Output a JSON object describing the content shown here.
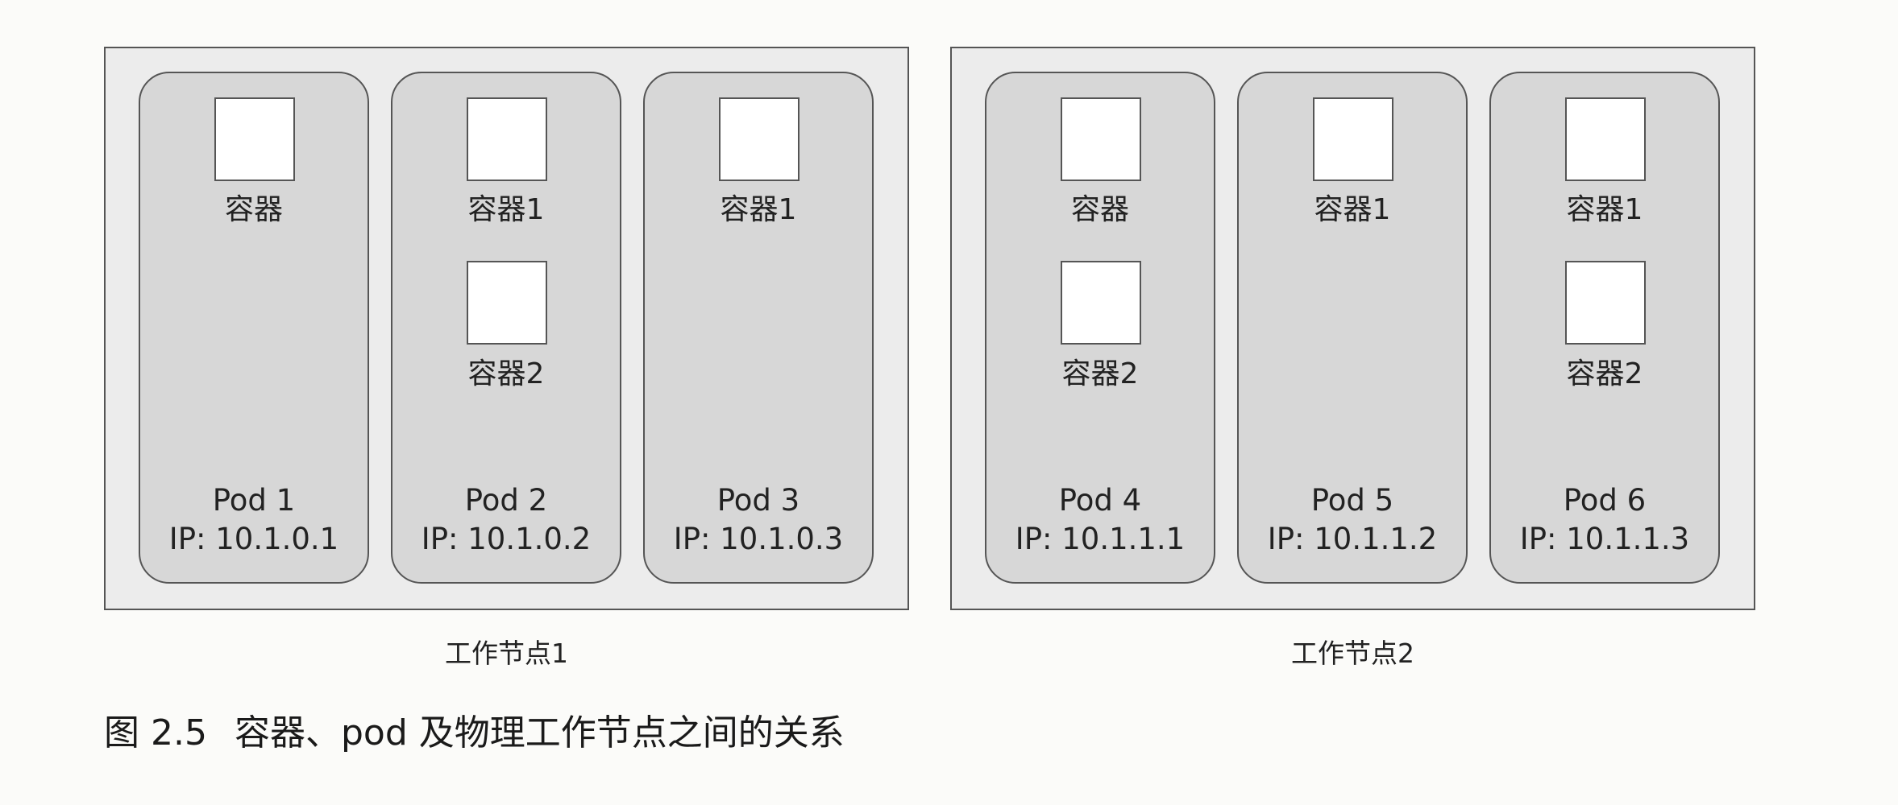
{
  "nodes": [
    {
      "label": "工作节点1",
      "pods": [
        {
          "name": "Pod 1",
          "ip": "IP: 10.1.0.1",
          "containers": [
            "容器"
          ]
        },
        {
          "name": "Pod 2",
          "ip": "IP: 10.1.0.2",
          "containers": [
            "容器1",
            "容器2"
          ]
        },
        {
          "name": "Pod 3",
          "ip": "IP: 10.1.0.3",
          "containers": [
            "容器1"
          ]
        }
      ]
    },
    {
      "label": "工作节点2",
      "pods": [
        {
          "name": "Pod 4",
          "ip": "IP: 10.1.1.1",
          "containers": [
            "容器",
            "容器2"
          ]
        },
        {
          "name": "Pod 5",
          "ip": "IP: 10.1.1.2",
          "containers": [
            "容器1"
          ]
        },
        {
          "name": "Pod 6",
          "ip": "IP: 10.1.1.3",
          "containers": [
            "容器1",
            "容器2"
          ]
        }
      ]
    }
  ],
  "caption": {
    "figure_number": "图 2.5",
    "text": "容器、pod 及物理工作节点之间的关系"
  },
  "colors": {
    "node_fill": "#ececec",
    "pod_fill": "#d7d7d7",
    "container_fill": "#ffffff",
    "outline": "#555555"
  }
}
